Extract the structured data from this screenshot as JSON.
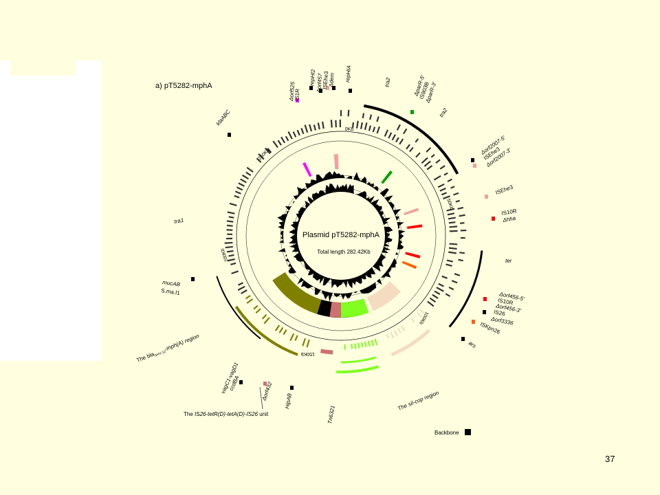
{
  "slide": {
    "page_number": "37"
  },
  "figure": {
    "panel_label": "a) pT5282-mphA",
    "center_title": "Plasmid pT5282-mphA",
    "center_subtitle": "Total length 282.42Kb",
    "legend_label": "Backbone",
    "scale_ticks": [
      "0Kb",
      "50Kb",
      "100Kb",
      "150Kb",
      "200Kb",
      "250Kb"
    ],
    "gene_labels": {
      "klaABC": "klaABC",
      "is1r": "IS1R",
      "orf525": "Δorf525",
      "repHI2": "repHI2",
      "orf457": "Δorf457",
      "isehe3_top": "ISEhe3",
      "dem": "Δdem",
      "repHIA": "repHIA",
      "tra2a": "tra2",
      "parR5": "ΔparR-5'",
      "is903b": "IS903B",
      "parR3": "ΔparR-3'",
      "tra2b": "tra2",
      "orf2007_5": "Δorf2007-5'",
      "isehe3_b": "ISEhe3",
      "orf2007_3": "Δorf2007-3'",
      "isehe3_c": "ISEhe3",
      "is10r_a": "IS10R",
      "hha": "Δhha",
      "ter": "ter",
      "orf456_5": "Δorf456-5'",
      "is10r_b": "IS10R",
      "orf456_3": "Δorf456-3'",
      "is26": "IS26",
      "orf3336": "Δorf3336",
      "iskpn26": "ISKpn26",
      "ars": "ars",
      "tra1": "tra1",
      "mucAB": "mucAB",
      "smal1": "S.ma.I1",
      "bla_region_pre": "The bla",
      "bla_region_sub": "SHV-12",
      "bla_region_post": "-mph(A) region",
      "vagC1": "vagC1-vagD1",
      "ccdBA": "ccdBA",
      "orf432": "Δorf432",
      "is26_unit_a": "The IS",
      "is26_unit_b": "26-tetR(D)-tetA(D)-IS26",
      "is26_unit_c": " unit",
      "hipAB": "HipAB",
      "tn6321": "Tn6321",
      "silcop_pre": "The ",
      "silcop_italic": "sil-cop",
      "silcop_post": " region"
    }
  },
  "colors": {
    "background": "#ffffe0",
    "backbone": "#000000",
    "bla_region": "#808000",
    "tn6321": "#80ff20",
    "silcop": "#f5dcc0",
    "is26_unit": "#d07070",
    "is_elements_pink": "#f0a0a0",
    "is1r": "#ff00ff",
    "is903b": "#00a000",
    "is10r": "#ff0000",
    "iskpn26": "#ff6000"
  }
}
